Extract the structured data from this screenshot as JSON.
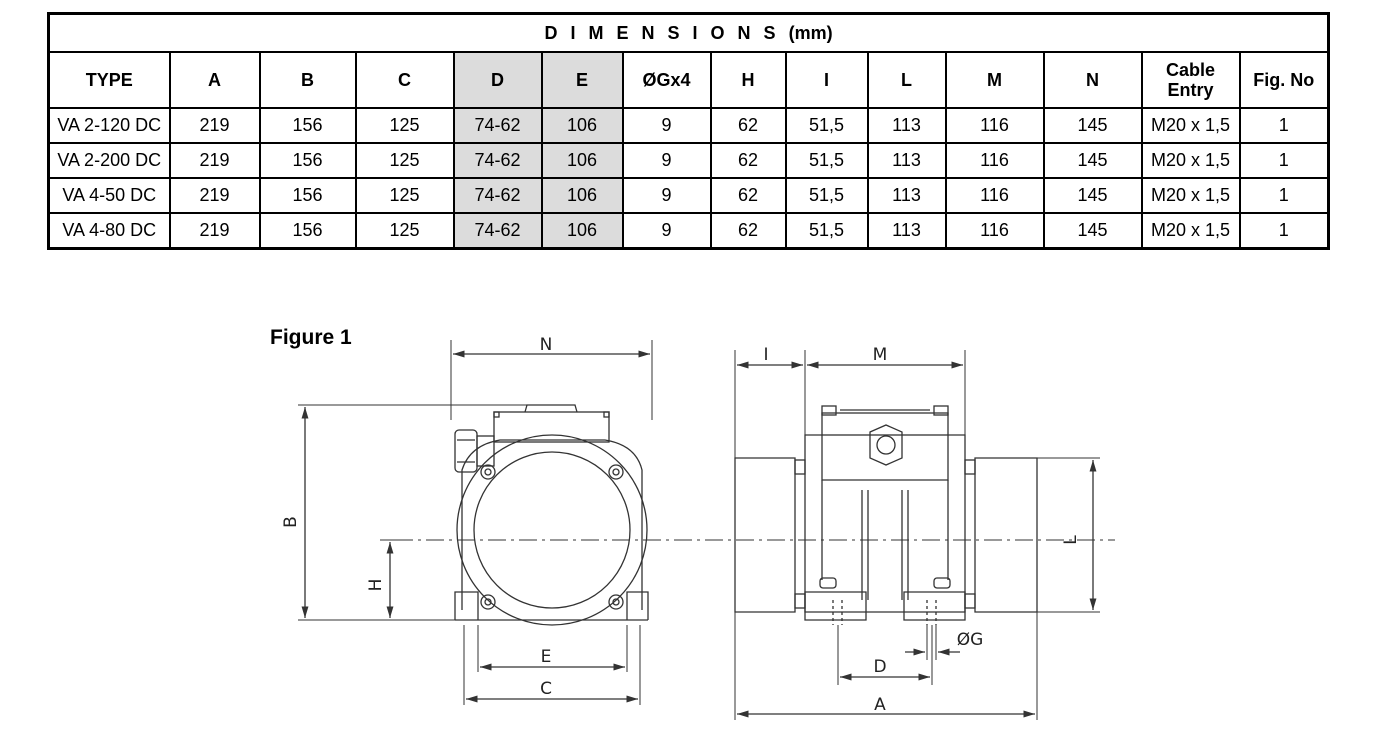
{
  "table": {
    "title": "D I M E N S I O N S",
    "unit": "(mm)",
    "headers": [
      "TYPE",
      "A",
      "B",
      "C",
      "D",
      "E",
      "ØGx4",
      "H",
      "I",
      "L",
      "M",
      "N",
      "Cable Entry",
      "Fig. No"
    ],
    "shaded_columns": [
      "D",
      "E"
    ],
    "shade_color": "#dcdcdc",
    "rows": [
      [
        "VA 2-120 DC",
        "219",
        "156",
        "125",
        "74-62",
        "106",
        "9",
        "62",
        "51,5",
        "113",
        "116",
        "145",
        "M20 x 1,5",
        "1"
      ],
      [
        "VA 2-200 DC",
        "219",
        "156",
        "125",
        "74-62",
        "106",
        "9",
        "62",
        "51,5",
        "113",
        "116",
        "145",
        "M20 x 1,5",
        "1"
      ],
      [
        "VA 4-50 DC",
        "219",
        "156",
        "125",
        "74-62",
        "106",
        "9",
        "62",
        "51,5",
        "113",
        "116",
        "145",
        "M20 x 1,5",
        "1"
      ],
      [
        "VA 4-80 DC",
        "219",
        "156",
        "125",
        "74-62",
        "106",
        "9",
        "62",
        "51,5",
        "113",
        "116",
        "145",
        "M20 x 1,5",
        "1"
      ]
    ]
  },
  "figure": {
    "title": "Figure 1",
    "labels": {
      "N": "N",
      "B": "B",
      "H": "H",
      "E": "E",
      "C": "C",
      "I": "I",
      "M": "M",
      "L": "L",
      "D": "D",
      "A": "A",
      "G": "ØG"
    }
  }
}
